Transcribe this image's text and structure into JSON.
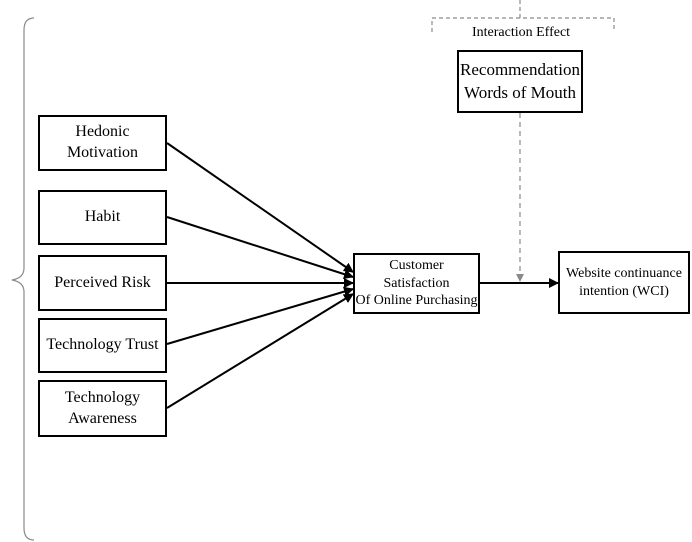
{
  "predictors": [
    {
      "id": "hedonic",
      "lines": [
        "Hedonic",
        "Motivation"
      ]
    },
    {
      "id": "habit",
      "lines": [
        "Habit"
      ]
    },
    {
      "id": "risk",
      "lines": [
        "Perceived Risk"
      ]
    },
    {
      "id": "trust",
      "lines": [
        "Technology Trust"
      ]
    },
    {
      "id": "awareness",
      "lines": [
        "Technology",
        "Awareness"
      ]
    }
  ],
  "mediator": {
    "lines": [
      "Customer Satisfaction",
      "Of Online Purchasing"
    ]
  },
  "outcome": {
    "lines": [
      "Website continuance",
      "intention (WCI)"
    ]
  },
  "moderator": {
    "lines": [
      "Recommendation",
      "Words of Mouth"
    ]
  },
  "interaction_label": "Interaction Effect",
  "colors": {
    "stroke": "#000000",
    "dashed": "#8a8a8a",
    "background": "#ffffff"
  }
}
